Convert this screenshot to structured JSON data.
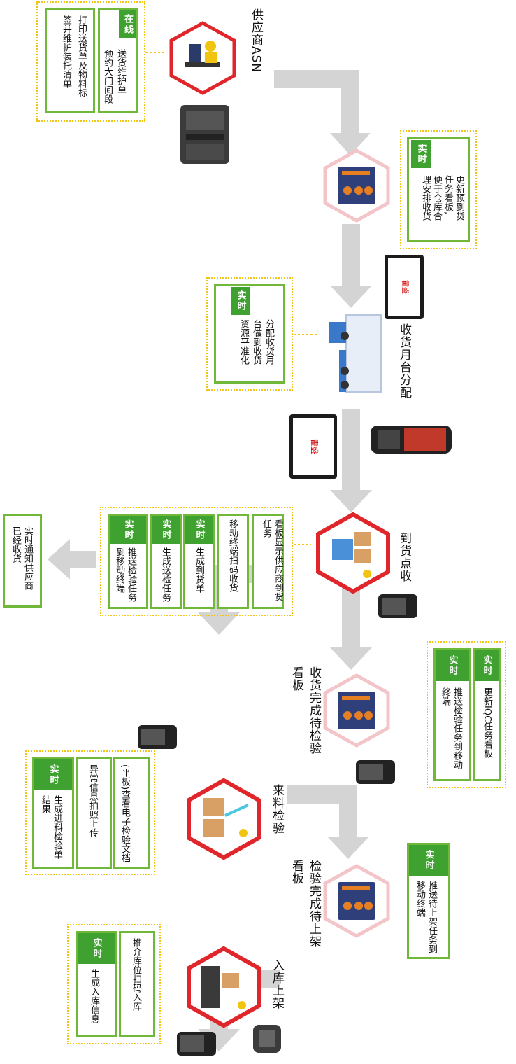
{
  "colors": {
    "accent_green": "#3fa12f",
    "box_border": "#6fb83a",
    "dotted": "#f0c419",
    "hex_red": "#e0262b",
    "hex_pink": "#f3c4c8",
    "arrow_gray": "#d4d4d4"
  },
  "steps": [
    {
      "id": "asn",
      "title": "供应商ASN",
      "icon": "supplier-desk-icon"
    },
    {
      "id": "yard",
      "title": "收货月台分配",
      "icon": "truck-icon"
    },
    {
      "id": "arrival",
      "title": "到货点收",
      "icon": "forklift-icon"
    },
    {
      "id": "board1",
      "title": "收货完成待检验看板",
      "icon": "kanban-board-icon"
    },
    {
      "id": "iqc",
      "title": "来料检验",
      "icon": "inspection-icon"
    },
    {
      "id": "board2",
      "title": "检验完成待上架看板",
      "icon": "kanban-board-icon"
    },
    {
      "id": "putaway",
      "title": "入库上架",
      "icon": "scanner-worker-icon"
    }
  ],
  "panels": {
    "asn": {
      "tag": "在线",
      "lines": [
        "送货维护单",
        "预约大门间段"
      ],
      "sub": [
        "打印送货单及物料标",
        "签并维护装托清单"
      ]
    },
    "board0": {
      "tag": "实时",
      "lines": [
        "更新预到货",
        "任务看板,",
        "便于仓库合",
        "理安排收货"
      ]
    },
    "yard": {
      "tag": "实时",
      "lines": [
        "分配收货月",
        "台做到收货",
        "资源平准化"
      ]
    },
    "arrival": {
      "items": [
        {
          "text": "看板显示供应商到货任务"
        },
        {
          "text": "移动终端扫码收货"
        },
        {
          "tag": "实时",
          "text": "生成到货单"
        },
        {
          "tag": "实时",
          "text": "生成送检任务"
        },
        {
          "tag": "实时",
          "text": "推送检验任务到移动终端"
        }
      ]
    },
    "notify": {
      "text": "实时通知供应商已经收货"
    },
    "board1": {
      "items": [
        {
          "tag": "实时",
          "text": "更新IQC任务看板"
        },
        {
          "tag": "实时",
          "text": "推送检验任务到移动终端"
        }
      ]
    },
    "iqc": {
      "items": [
        {
          "text": "(平板)查看电子检验文档"
        },
        {
          "text": "异常信息拍照上传"
        },
        {
          "tag": "实时",
          "text": "生成进料检验单结果"
        }
      ]
    },
    "board2": {
      "tag": "实时",
      "text": "推送待上架任务到移动终端"
    },
    "putaway": {
      "items": [
        {
          "text": "推介库位扫码入库"
        },
        {
          "tag": "实时",
          "text": "生成入库信息"
        }
      ]
    }
  },
  "tablet_brand": "霍盛"
}
